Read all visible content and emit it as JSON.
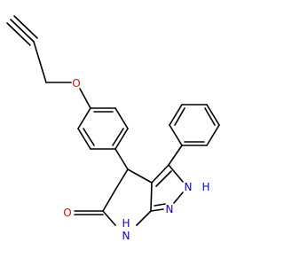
{
  "molecule": {
    "atom_labels": {
      "oxygen_ether": "O",
      "oxygen_carbonyl": "O",
      "amide_nh": "H",
      "amide_n": "N",
      "pyrazole_n1": "N",
      "pyrazole_nh": "N",
      "pyrazole_h": "H"
    },
    "colors": {
      "oxygen": "#ff0000",
      "nitrogen": "#0000ff",
      "bond": "#000000",
      "background": "#ffffff"
    }
  }
}
